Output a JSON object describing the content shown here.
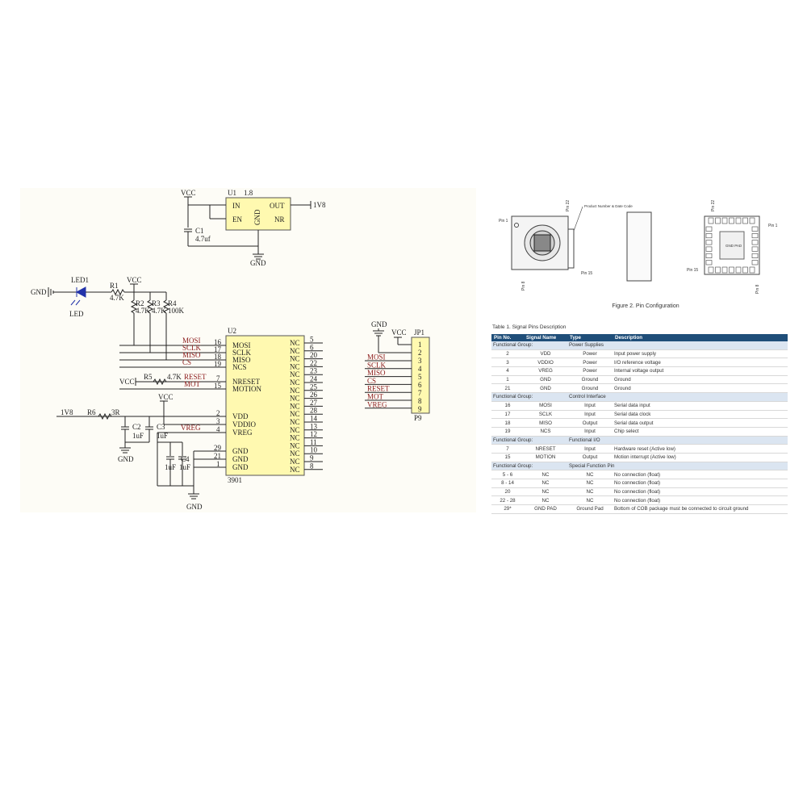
{
  "schematic": {
    "labels": {
      "vcc": "VCC",
      "gnd": "GND",
      "u1": "U1",
      "u1_value": "1.8",
      "in": "IN",
      "en": "EN",
      "out": "OUT",
      "nr": "NR",
      "net_1v8": "1V8",
      "c1": "C1",
      "c1_value": "4.7uf",
      "led1": "LED1",
      "led": "LED",
      "r1": "R1",
      "r1_value": "4.7K",
      "r2": "R2",
      "r2_value": "4.7K",
      "r3": "R3",
      "r3_value": "4.7K",
      "r4": "R4",
      "r4_value": "100K",
      "r5": "R5",
      "r5_value": "4.7K",
      "r6": "R6",
      "r6_value": "3R",
      "c2": "C2",
      "c2_value": "1uF",
      "c3": "C3",
      "c3_value": "1uF",
      "c4": "C4",
      "c4_value": "1uF",
      "c5_value": "1uF",
      "u2": "U2",
      "u2_value": "3901",
      "jp1": "JP1",
      "p9": "P9",
      "nets": {
        "mosi": "MOSI",
        "sclk": "SCLK",
        "miso": "MISO",
        "cs": "CS",
        "reset": "RESET",
        "mot": "MOT",
        "vreg": "VREG"
      }
    },
    "u2_left_pins": [
      {
        "name": "MOSI",
        "num": "16"
      },
      {
        "name": "SCLK",
        "num": "17"
      },
      {
        "name": "MISO",
        "num": "18"
      },
      {
        "name": "NCS",
        "num": "19"
      },
      {
        "name": "NRESET",
        "num": "7"
      },
      {
        "name": "MOTION",
        "num": "15"
      },
      {
        "name": "VDD",
        "num": "2"
      },
      {
        "name": "VDDIO",
        "num": "3"
      },
      {
        "name": "VREG",
        "num": "4"
      },
      {
        "name": "GND",
        "num": "29"
      },
      {
        "name": "GND",
        "num": "21"
      },
      {
        "name": "GND",
        "num": "1"
      }
    ],
    "u2_right_pins": [
      "5",
      "6",
      "20",
      "22",
      "23",
      "24",
      "25",
      "26",
      "27",
      "28",
      "14",
      "13",
      "12",
      "11",
      "10",
      "9",
      "8"
    ],
    "u2_nc_label": "NC",
    "jp1_pins": [
      "1",
      "2",
      "3",
      "4",
      "5",
      "6",
      "7",
      "8",
      "9"
    ],
    "jp1_nets": [
      "MOSI",
      "SCLK",
      "MISO",
      "CS",
      "RESET",
      "MOT",
      "VREG"
    ]
  },
  "package": {
    "pin1": "Pin 1",
    "pin22": "Pin 22",
    "pin15": "Pin 15",
    "pin8": "Pin 8",
    "product_note": "Product Number & Date Code",
    "gnd_pad": "GND PAD",
    "caption": "Figure 2. Pin Configuration"
  },
  "table": {
    "title": "Table 1. Signal Pins Description",
    "headers": [
      "Pin No.",
      "Signal Name",
      "Type",
      "Description"
    ],
    "groups": [
      {
        "group_label": "Functional Group:",
        "group_name": "Power Supplies",
        "rows": [
          [
            "2",
            "VDD",
            "Power",
            "Input power supply"
          ],
          [
            "3",
            "VDDIO",
            "Power",
            "I/O reference voltage"
          ],
          [
            "4",
            "VREG",
            "Power",
            "Internal voltage output"
          ],
          [
            "1",
            "GND",
            "Ground",
            "Ground"
          ],
          [
            "21",
            "GND",
            "Ground",
            "Ground"
          ]
        ]
      },
      {
        "group_label": "Functional Group:",
        "group_name": "Control Interface",
        "rows": [
          [
            "16",
            "MOSI",
            "Input",
            "Serial data input"
          ],
          [
            "17",
            "SCLK",
            "Input",
            "Serial data clock"
          ],
          [
            "18",
            "MISO",
            "Output",
            "Serial data output"
          ],
          [
            "19",
            "NCS",
            "Input",
            "Chip select"
          ]
        ]
      },
      {
        "group_label": "Functional Group:",
        "group_name": "Functional I/O",
        "rows": [
          [
            "7",
            "NRESET",
            "Input",
            "Hardware reset (Active low)"
          ],
          [
            "15",
            "MOTION",
            "Output",
            "Motion interrupt (Active low)"
          ]
        ]
      },
      {
        "group_label": "Functional Group:",
        "group_name": "Special Function Pin",
        "rows": [
          [
            "5 - 6",
            "NC",
            "NC",
            "No connection (float)"
          ],
          [
            "8 - 14",
            "NC",
            "NC",
            "No connection (float)"
          ],
          [
            "20",
            "NC",
            "NC",
            "No connection (float)"
          ],
          [
            "22 - 28",
            "NC",
            "NC",
            "No connection (float)"
          ],
          [
            "29*",
            "GND PAD",
            "Ground Pad",
            "Bottom of COB package must be connected to circuit ground"
          ]
        ]
      }
    ]
  }
}
